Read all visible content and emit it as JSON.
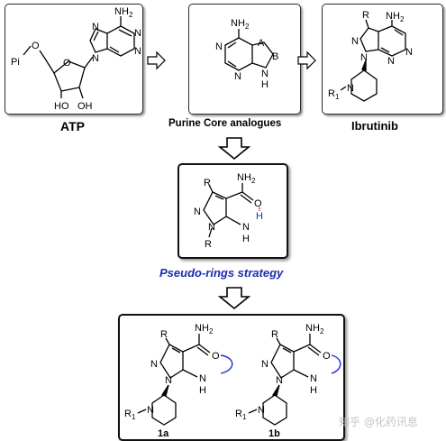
{
  "labels": {
    "atp": "ATP",
    "purine_core": "Purine Core analogues",
    "ibrutinib": "Ibrutinib",
    "strategy": "Pseudo-rings strategy",
    "compound_1a": "1a",
    "compound_1b": "1b"
  },
  "atoms": {
    "nh2": "NH",
    "nh2_sub": "2",
    "n": "N",
    "o": "O",
    "ho": "HO",
    "oh": "OH",
    "pi": "Pi",
    "r": "R",
    "r1": "R",
    "r1_sub": "1",
    "a": "A",
    "b": "B",
    "nh": "NH",
    "h": "H"
  },
  "watermark": "知乎 @化药讯息",
  "colors": {
    "strategy_text": "#1c2bb0",
    "hbond_arc": "#1a2fd0",
    "hbond_dash": "#d9262b"
  }
}
